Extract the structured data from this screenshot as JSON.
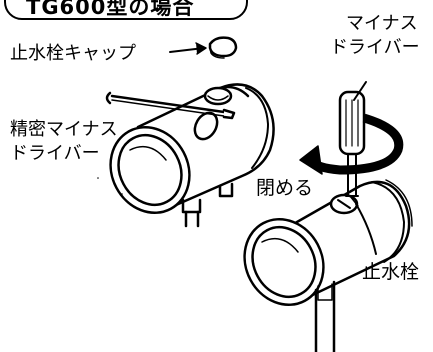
{
  "header": {
    "title": "TG600型の場合"
  },
  "labels": {
    "stop_valve_cap": "止水栓キャップ",
    "precision_driver_line1": "精密マイナス",
    "precision_driver_line2": "ドライバー",
    "minus_driver_line1": "マイナス",
    "minus_driver_line2": "ドライバー",
    "close": "閉める",
    "stop_valve": "止水栓"
  }
}
